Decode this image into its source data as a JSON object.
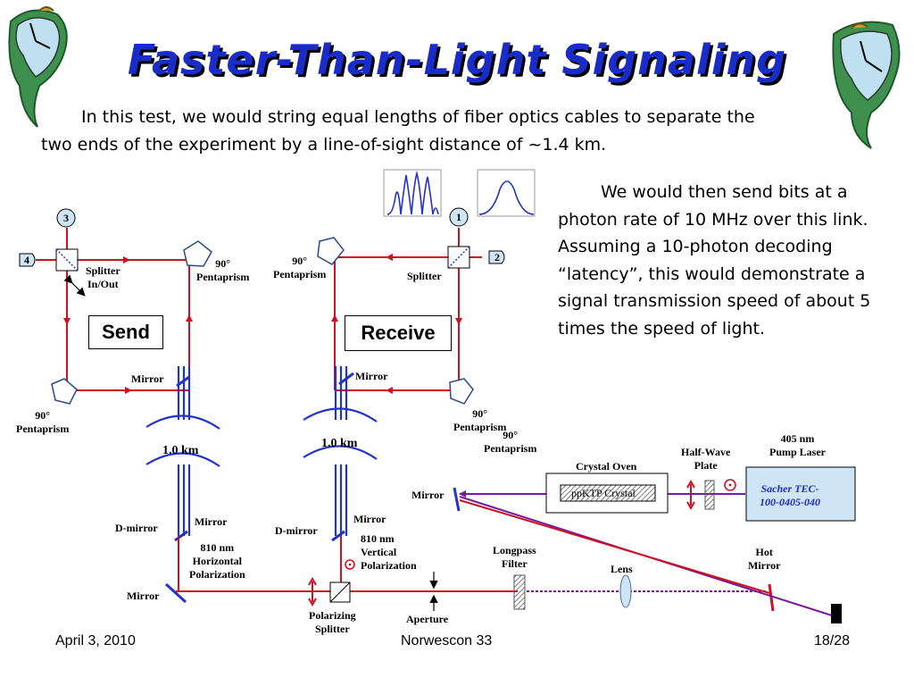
{
  "title": "Faster-Than-Light Signaling",
  "paragraph1": "In this test, we would string equal lengths of fiber optics cables to separate the two ends of the experiment by a line-of-sight distance of ~1.4 km.",
  "paragraph2": "We would then send bits at a photon rate of 10 MHz over this link.  Assuming a 10-photon decoding “latency”, this would demonstrate a signal transmission speed of about 5 times the speed of light.",
  "diagram": {
    "send_label": "Send",
    "receive_label": "Receive",
    "node_labels": [
      "1",
      "2",
      "3",
      "4"
    ],
    "splitter_in_out": [
      "Splitter",
      "In/Out"
    ],
    "splitter": "Splitter",
    "pentaprism_90": [
      "90°",
      "Pentaprism"
    ],
    "mirror": "Mirror",
    "d_mirror": "D-mirror",
    "distance": "1.0 km",
    "pol_horizontal": [
      "810 nm",
      "Horizontal",
      "Polarization"
    ],
    "pol_vertical": [
      "810 nm",
      "Vertical",
      "Polarization"
    ],
    "polarizing_splitter": [
      "Polarizing",
      "Splitter"
    ],
    "aperture": "Aperture",
    "longpass_filter": [
      "Longpass",
      "Filter"
    ],
    "lens": "Lens",
    "hot_mirror": [
      "Hot",
      "Mirror"
    ],
    "crystal_oven": "Crystal Oven",
    "crystal": "ppKTP Crystal",
    "half_wave_plate": [
      "Half-Wave",
      "Plate"
    ],
    "pump_laser": [
      "405 nm",
      "Pump Laser"
    ],
    "laser_model": [
      "Sacher TEC-",
      "100-0405-040"
    ]
  },
  "footer": {
    "date": "April 3, 2010",
    "event": "Norwescon 33",
    "page": "18/28"
  },
  "colors": {
    "title": "#1a2cc8",
    "beam_red": "#cc1122",
    "fiber_blue": "#2233cc",
    "pump_purple": "#7a1a9a",
    "node_fill": "#cfe4f5"
  }
}
